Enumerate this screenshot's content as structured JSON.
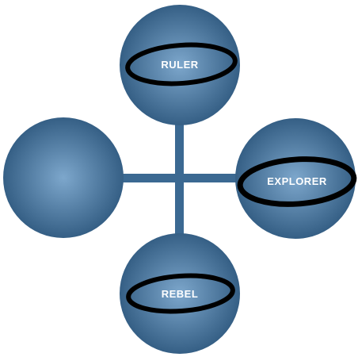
{
  "colors": {
    "background": "#ffffff",
    "sphere_center": "#7da7cc",
    "sphere_edge": "#355f85",
    "connector": "#3b6992",
    "ring": "#000000"
  },
  "nodes": {
    "top": {
      "label": "RULER"
    },
    "left": {
      "label": ""
    },
    "right": {
      "label": "EXPLORER"
    },
    "bottom": {
      "label": "REBEL"
    }
  }
}
